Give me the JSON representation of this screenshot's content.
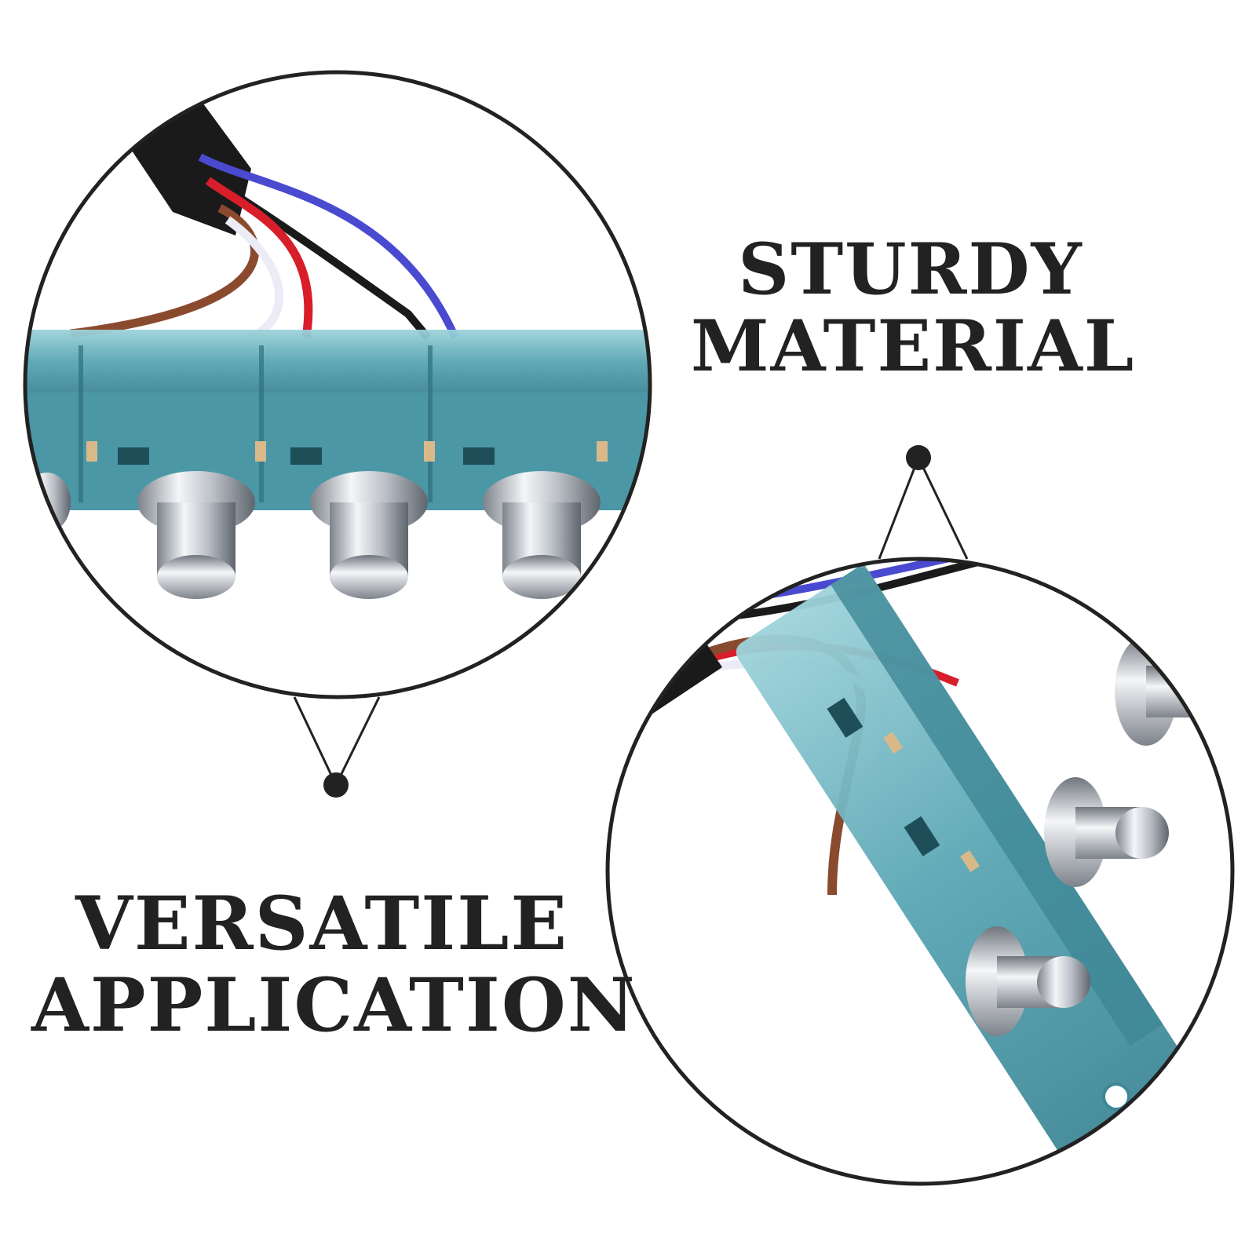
{
  "headlines": {
    "top": {
      "line1": "STURDY",
      "line2": "MATERIAL"
    },
    "bottom": {
      "line1": "VERSATILE",
      "line2": "APPLICATION"
    }
  },
  "colors": {
    "background": "#ffffff",
    "text": "#222222",
    "circle_outline": "#222222",
    "switch_body": "#5aa6b4",
    "wire_red": "#d81e2a",
    "wire_blue": "#4a4ad0",
    "wire_brown": "#8a4a2e",
    "wire_black": "#1a1a1a",
    "wire_white": "#ececf6",
    "chrome": "#c8ccd2"
  },
  "images": [
    {
      "name": "switch-closeup-top",
      "depicts": "teal switch strip with wires and chrome push buttons"
    },
    {
      "name": "switch-closeup-bottom",
      "depicts": "teal switch strip angled with three chrome push buttons"
    }
  ]
}
